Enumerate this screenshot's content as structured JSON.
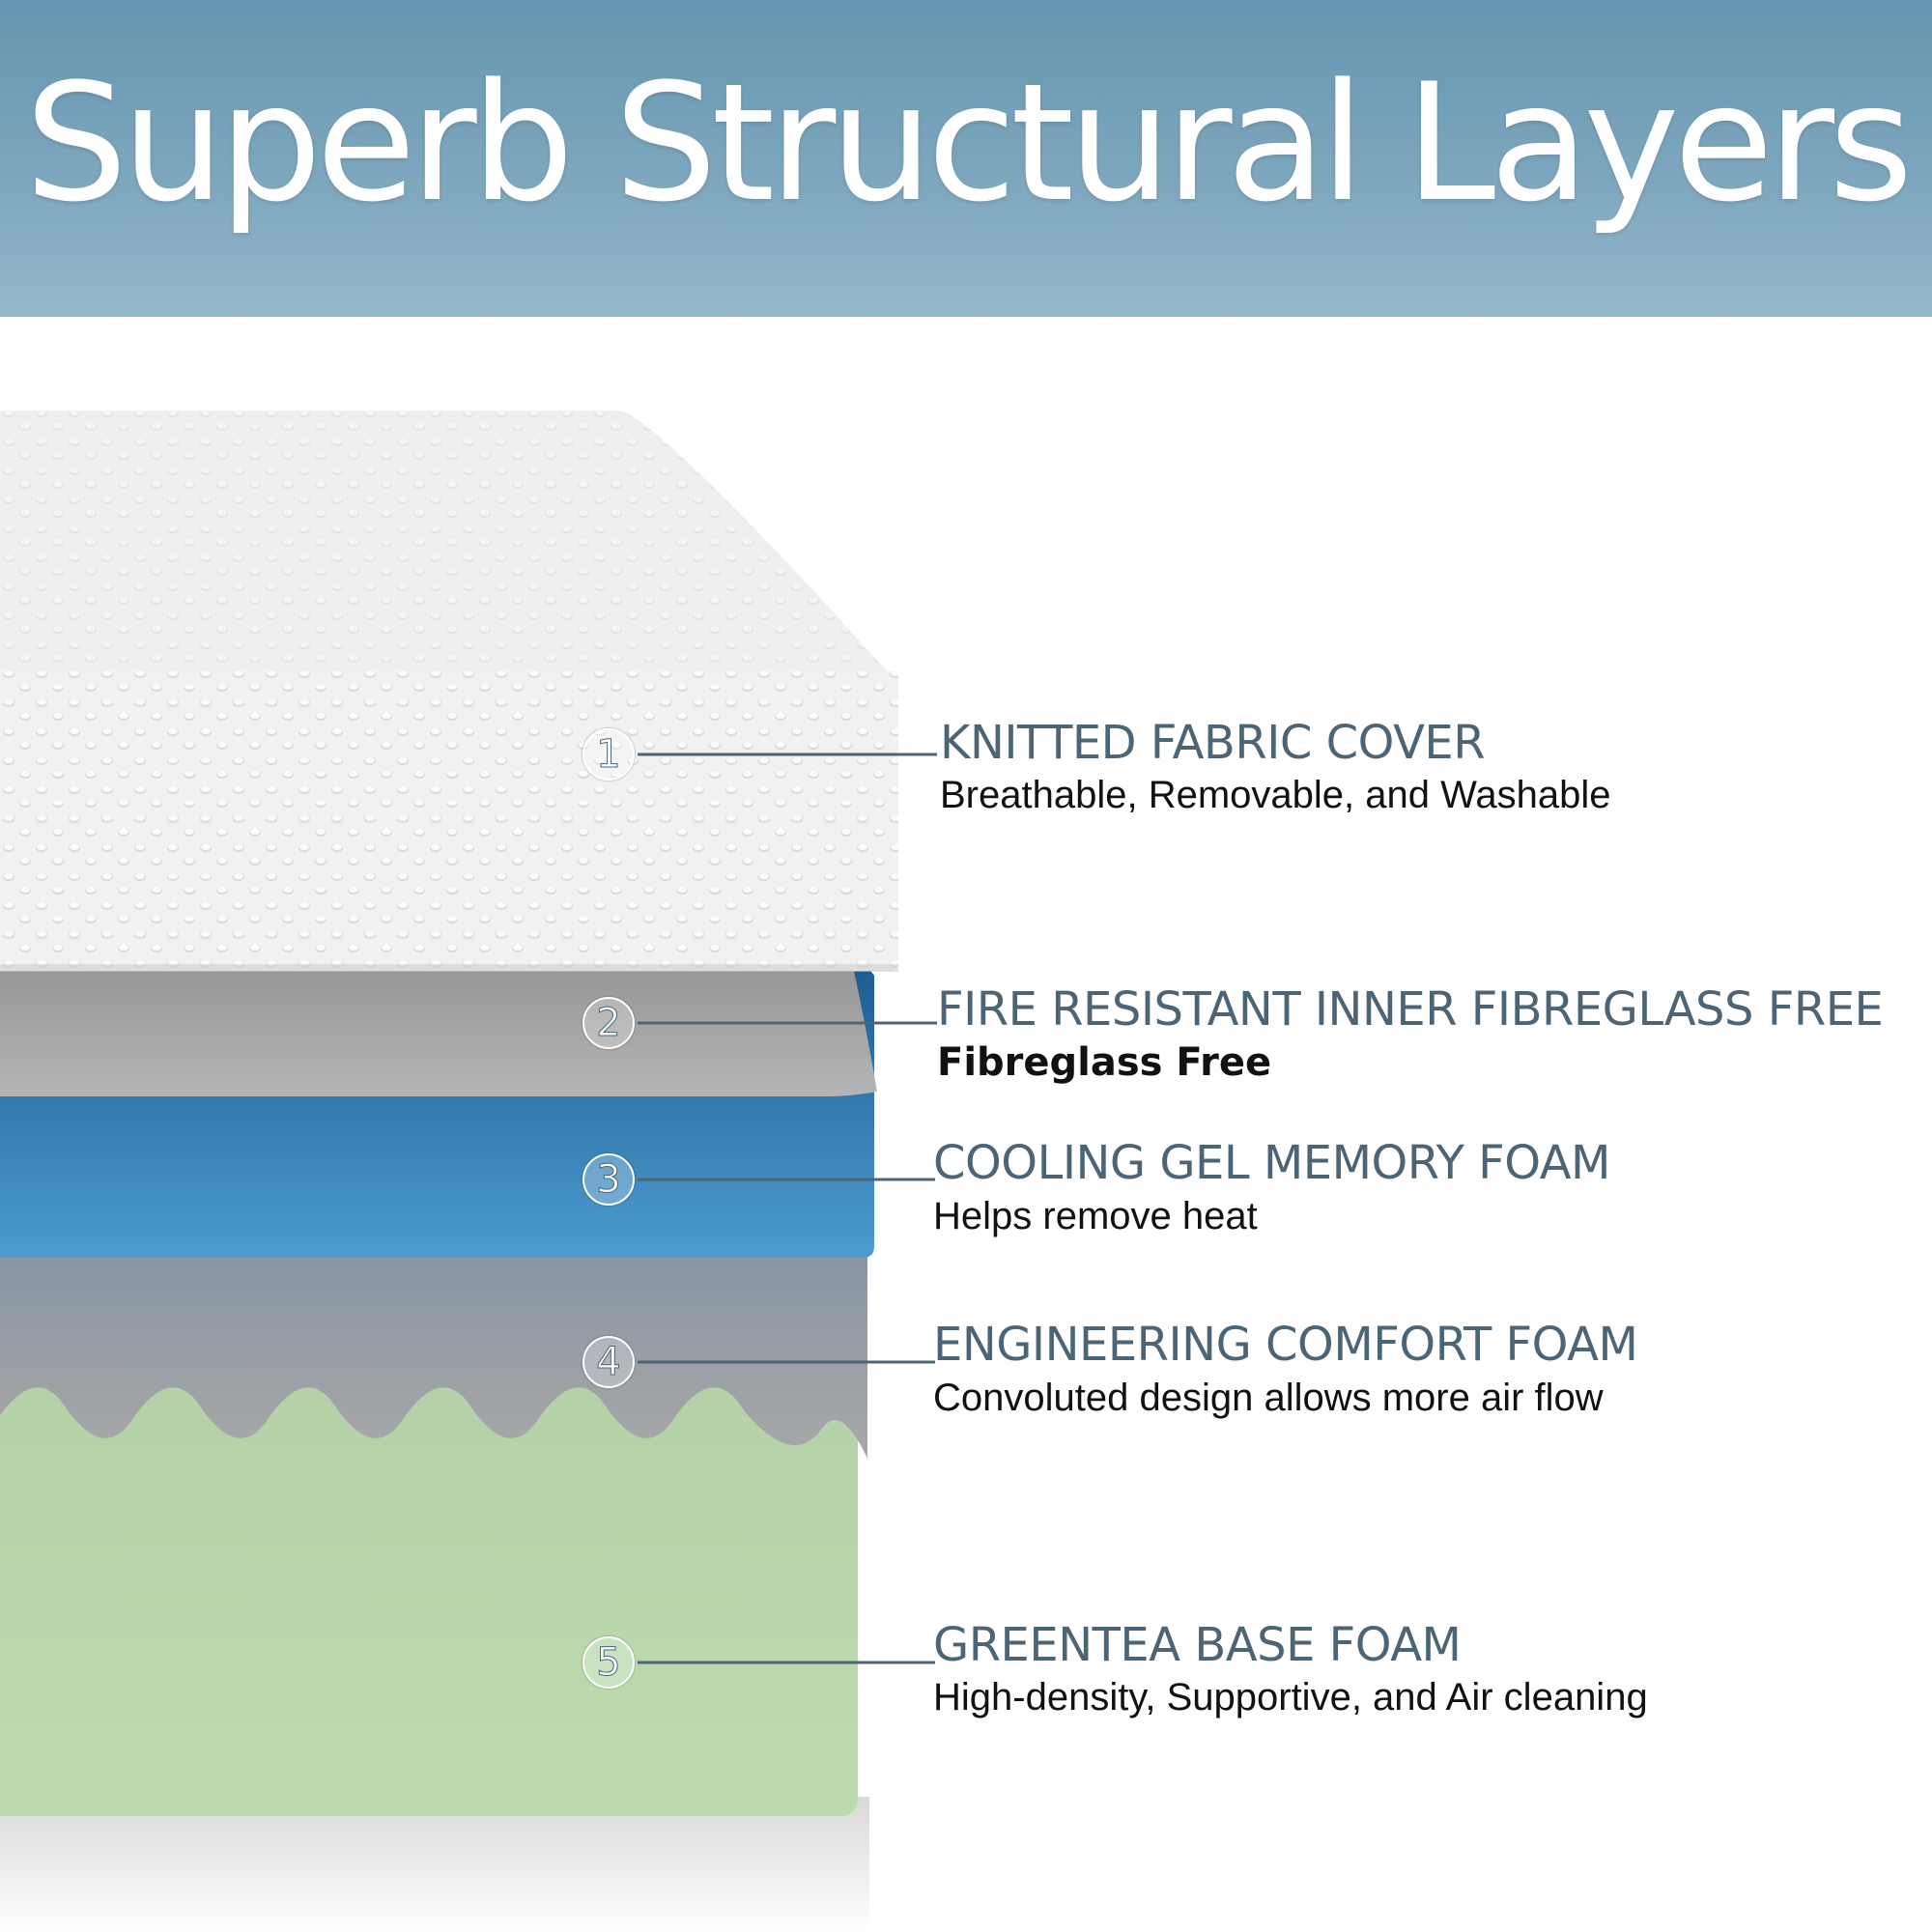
{
  "header": {
    "title": "Superb Structural Layers"
  },
  "layers": [
    {
      "number": "1",
      "title": "KNITTED FABRIC COVER",
      "description": "Breathable, Removable, and Washable",
      "color": "#f2f2f2"
    },
    {
      "number": "2",
      "title": "FIRE RESISTANT INNER FIBREGLASS FREE",
      "description": "Fibreglass Free",
      "color": "#8a8a8a"
    },
    {
      "number": "3",
      "title": "COOLING GEL MEMORY FOAM",
      "description": "Helps remove heat",
      "color": "#3e8ac2"
    },
    {
      "number": "4",
      "title": "ENGINEERING COMFORT FOAM",
      "description": "Convoluted design allows more air flow",
      "color": "#a9a9a9"
    },
    {
      "number": "5",
      "title": "GREENTEA BASE FOAM",
      "description": "High-density, Supportive, and Air cleaning",
      "color": "#bedcb0"
    }
  ],
  "colors": {
    "header": "#6595b0",
    "label_title": "#4b6577",
    "leader_line": "#4b6577"
  }
}
